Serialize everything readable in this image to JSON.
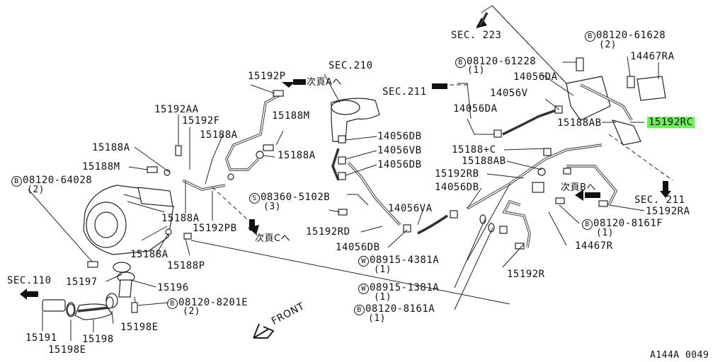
{
  "labels": {
    "sec223": "SEC. 223",
    "sec210": "SEC.210",
    "sec211_top": "SEC.211",
    "sec211_right": "SEC. 211",
    "sec110": "SEC.110",
    "b08120_61628": "08120-61628",
    "b08120_61628_qty": "(2)",
    "p14467RA": "14467RA",
    "b08120_61228": "08120-61228",
    "b08120_61228_qty": "(1)",
    "p14056DA_top": "14056DA",
    "p14056V": "14056V",
    "p14056DA_left": "14056DA",
    "p15188AB_top": "15188AB",
    "p15192RC": "15192RC",
    "p15192P": "15192P",
    "next_a": "次頁Aへ",
    "p15188M_top": "15188M",
    "p15188A_top": "15188A",
    "p15188A_mid": "15188A",
    "p15192AA": "15192AA",
    "p15192F": "15192F",
    "p15188A_left": "15188A",
    "p15188M_left": "15188M",
    "b08120_64028": "08120-64028",
    "b08120_64028_qty": "(2)",
    "p14056DB_1": "14056DB",
    "p14056VB": "14056VB",
    "p14056DB_2": "14056DB",
    "p15188C": "15188+C",
    "p15188AB_mid": "15188AB",
    "p15192RB": "15192RB",
    "p14056DB_3": "14056DB",
    "next_b": "次頁Bへ",
    "s08360_5102B": "08360-5102B",
    "s08360_qty": "(3)",
    "p15188A_low": "15188A",
    "p15192PB": "15192PB",
    "next_c": "次頁Cへ",
    "p14056VA": "14056VA",
    "p15192RD": "15192RD",
    "p14056DB_4": "14056DB",
    "p15192RA": "15192RA",
    "b08120_8161F": "08120-8161F",
    "b08120_8161F_qty": "(1)",
    "p14467R": "14467R",
    "p15188A_bottom": "15188A",
    "p15188P": "15188P",
    "w08915_4381A": "08915-4381A",
    "w08915_4381A_qty": "(1)",
    "p15197": "15197",
    "p15196": "15196",
    "b08120_8201E": "08120-8201E",
    "b08120_8201E_qty": "(2)",
    "p15192R": "15192R",
    "w08915_1381A": "08915-1381A",
    "w08915_1381A_qty": "(1)",
    "b08120_8161A": "08120-8161A",
    "b08120_8161A_qty": "(1)",
    "p15198E_right": "15198E",
    "front": "FRONT",
    "p15191": "15191",
    "p15198E_left": "15198E",
    "p15198": "15198",
    "drawing_code": "A144A 0049"
  },
  "markers": {
    "b": "B",
    "s": "S",
    "w": "W"
  },
  "colors": {
    "highlight": "#6cf05a",
    "ink": "#111111"
  }
}
